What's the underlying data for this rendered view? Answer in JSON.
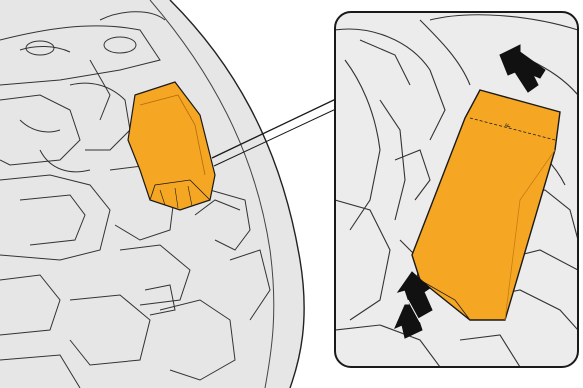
{
  "figure": {
    "description_free": true,
    "colors": {
      "background": "#e6e6e6",
      "outline": "#1a1a1a",
      "line": "#333333",
      "highlight": "#f5a623",
      "highlight_shade": "#d9891a",
      "inset_background": "#ececec",
      "arrow": "#111111"
    },
    "icons": [
      "fuse-box-cover",
      "unlock-arrow-up",
      "unlock-arrow-lower",
      "callout-line"
    ],
    "cover_label": "F"
  }
}
